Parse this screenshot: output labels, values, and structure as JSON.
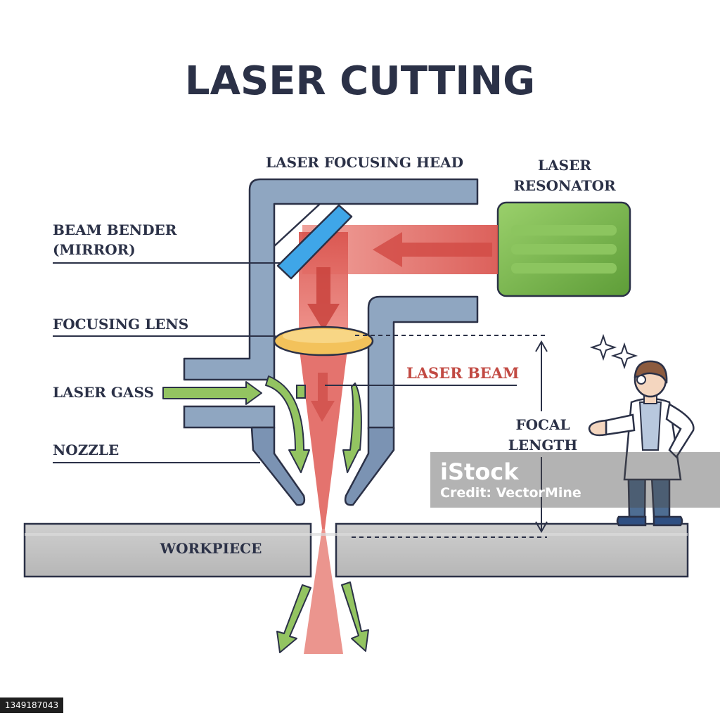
{
  "title": "LASER CUTTING",
  "labels": {
    "focusing_head": "LASER FOCUSING HEAD",
    "resonator_line1": "LASER",
    "resonator_line2": "RESONATOR",
    "beam_bender_line1": "BEAM BENDER",
    "beam_bender_line2": "(MIRROR)",
    "focusing_lens": "FOCUSING LENS",
    "laser_beam": "LASER BEAM",
    "laser_gas": "LASER GASS",
    "nozzle": "NOZZLE",
    "focal_line1": "FOCAL",
    "focal_line2": "LENGTH",
    "workpiece": "WORKPIECE"
  },
  "watermark": {
    "brand": "iStock",
    "credit": "Credit: VectorMine"
  },
  "stock_id": "1349187043",
  "colors": {
    "ink": "#2b3147",
    "head_blue": "#8fa6c1",
    "nozzle_blue": "#7b93b3",
    "laser_red": "#e0605a",
    "laser_red_dark": "#cf4f49",
    "lens_yellow": "#f3c25b",
    "gas_green": "#93c461",
    "resonator_green": "#6dac43",
    "workpiece_gray": "#c4c4c4",
    "mirror_blue": "#3fa6e8"
  }
}
